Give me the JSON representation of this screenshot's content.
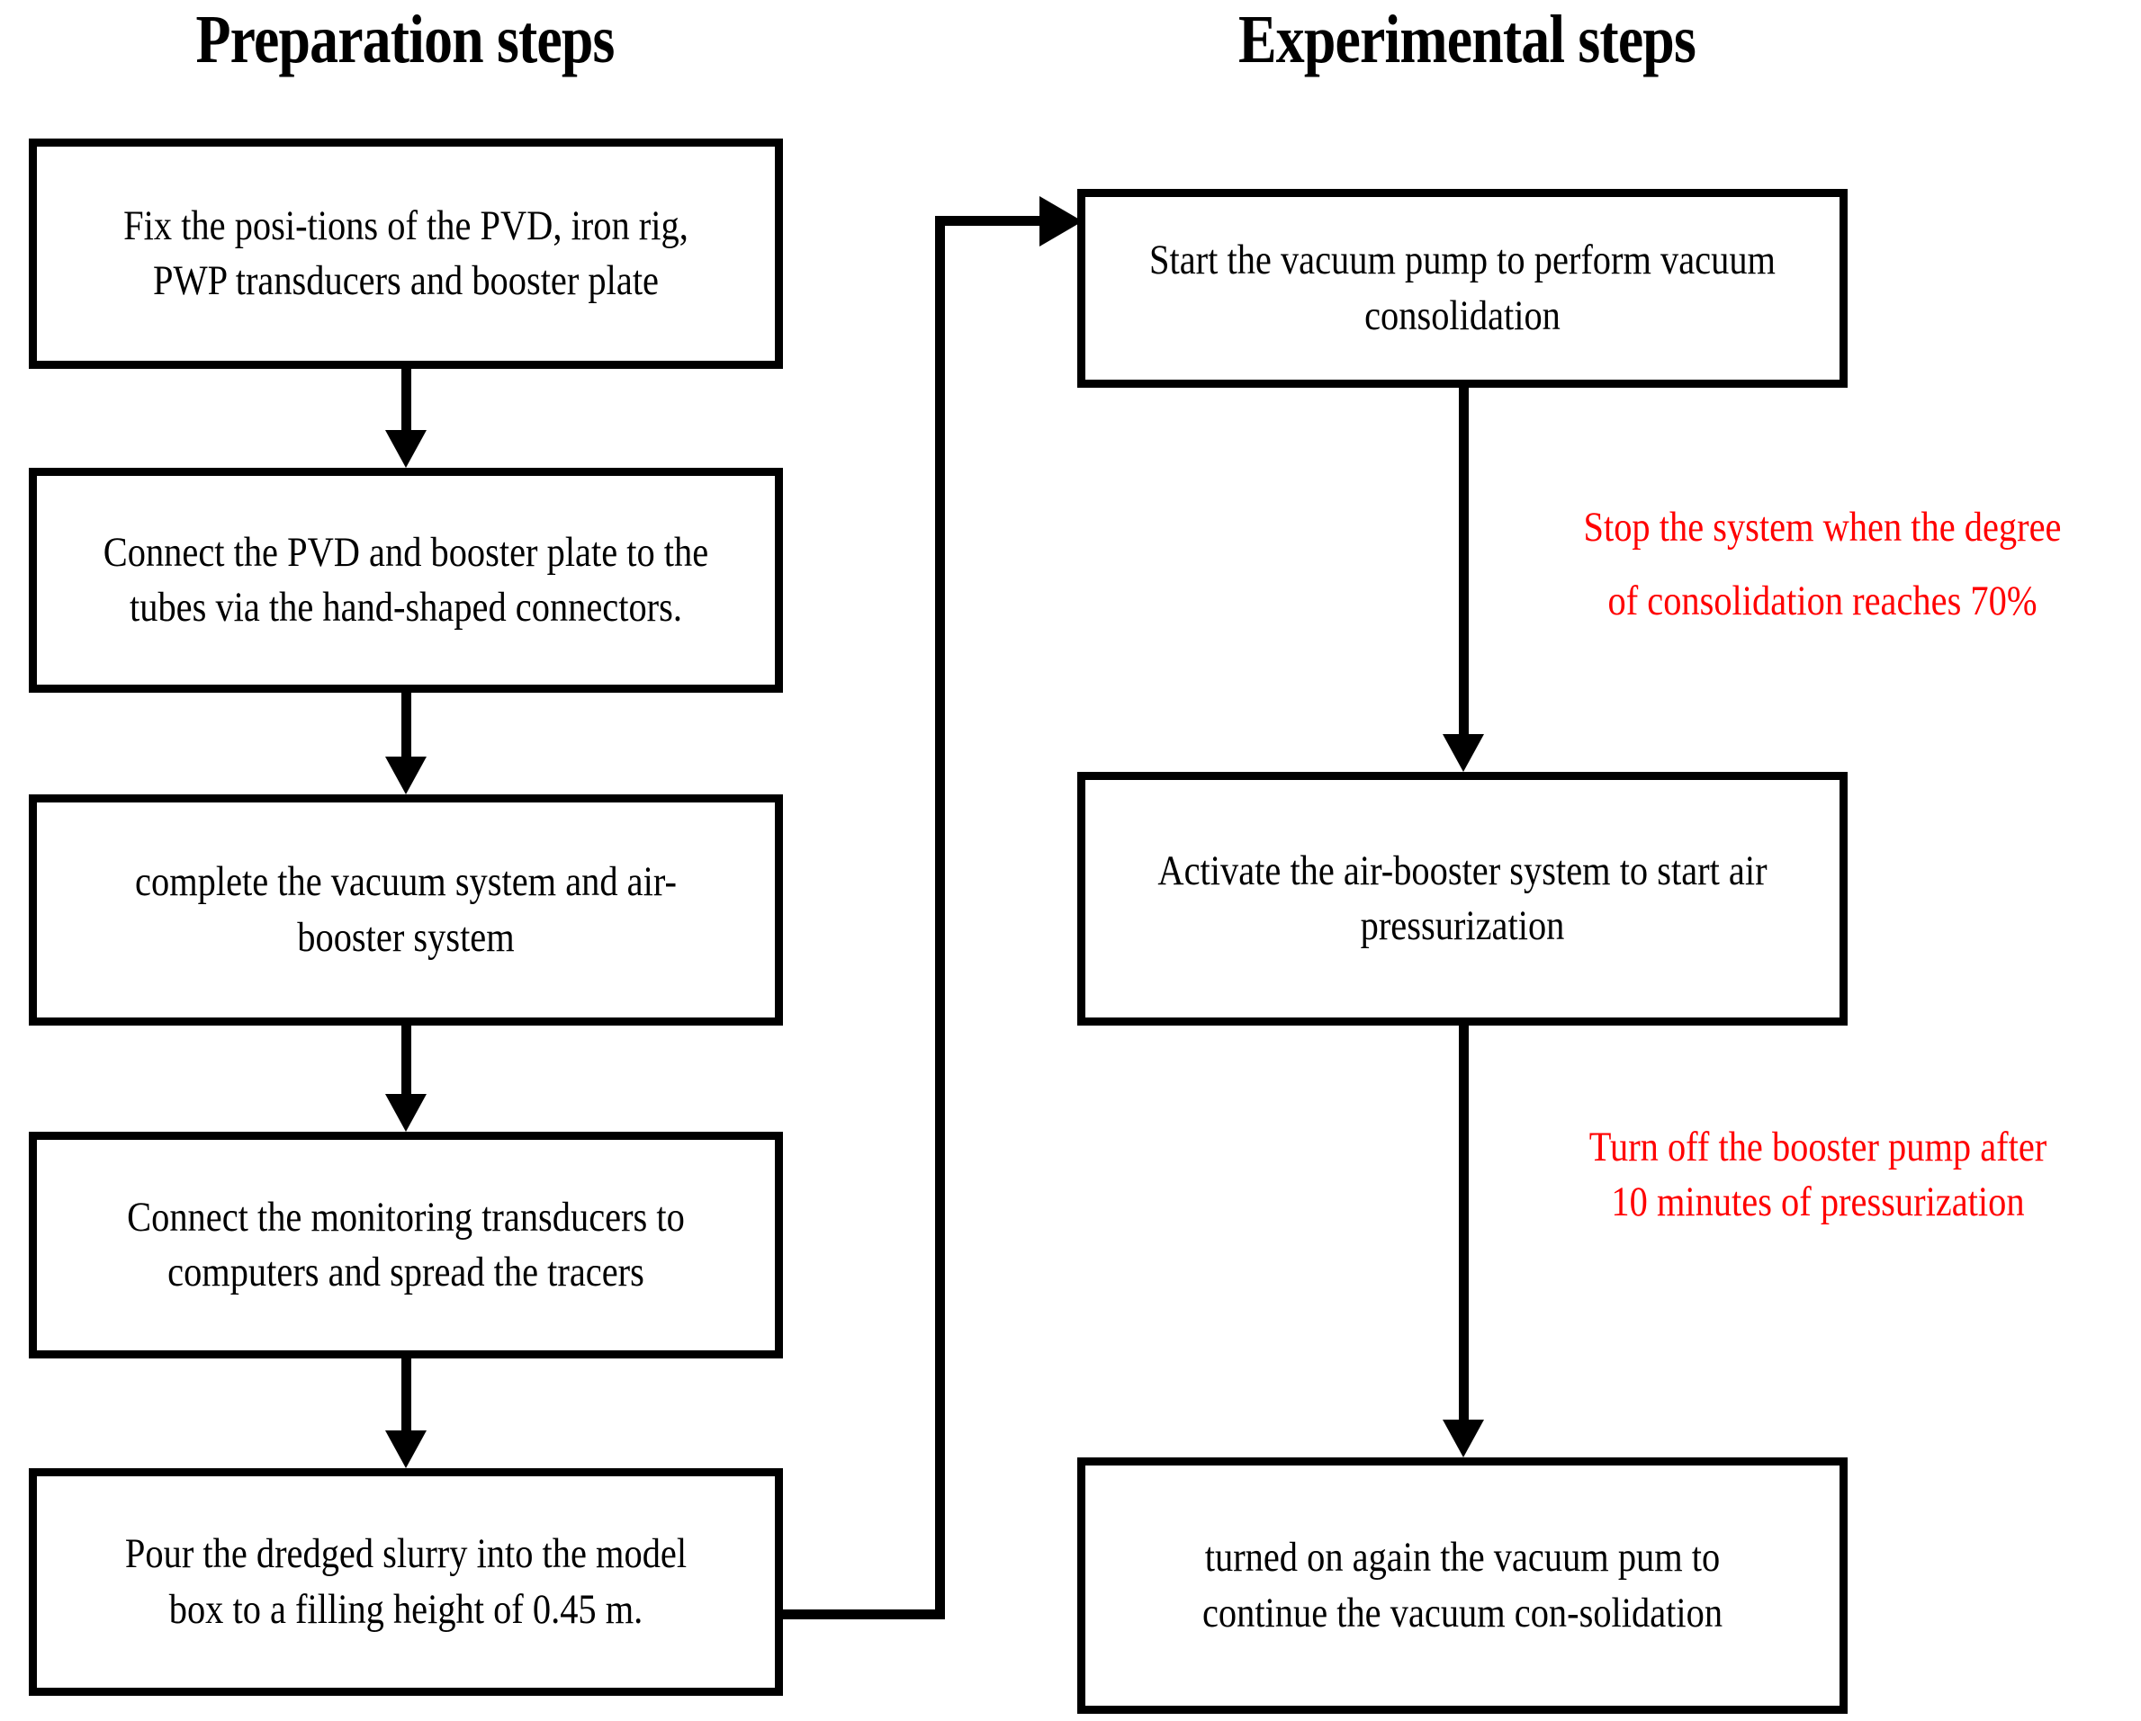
{
  "diagram": {
    "type": "flowchart",
    "orientation": "two-column vertical flow with cross-column link",
    "background_color": "#FFFFFF",
    "line_color": "#000000",
    "annotation_color": "#FF0000"
  },
  "columns": {
    "left": {
      "title": "Preparation steps",
      "nodes": [
        {
          "id": "fix-positions",
          "text": "Fix the posi-tions of the PVD, iron rig, PWP transducers and booster plate"
        },
        {
          "id": "connect-pvd",
          "text": "Connect the PVD and booster plate to the tubes via the hand-shaped connectors."
        },
        {
          "id": "complete-vacuum",
          "text": "complete the vacuum system and air-booster system"
        },
        {
          "id": "connect-transducers",
          "text": "Connect the  monitoring transducers to computers  and spread the tracers"
        },
        {
          "id": "pour-slurry",
          "text": "Pour the dredged slurry into the model box to a filling height of 0.45 m."
        }
      ]
    },
    "right": {
      "title": "Experimental steps",
      "nodes": [
        {
          "id": "start-pump",
          "text": "Start the vacuum pump to perform vacuum consolidation"
        },
        {
          "id": "activate-booster",
          "text": "Activate the air-booster system to start air pressurization"
        },
        {
          "id": "turn-on-again",
          "text": "turned on again the  vacuum pum to continue the vacuum con-solidation"
        }
      ]
    }
  },
  "annotations": [
    {
      "id": "stop-system",
      "text": "Stop the system when the degree\nof consolidation reaches 70%",
      "color": "#FF0000"
    },
    {
      "id": "turn-off-booster",
      "text": "Turn off the booster pump after\n10 minutes of pressurization",
      "color": "#FF0000"
    }
  ],
  "connectors": [
    {
      "id": "left-1-to-2",
      "from": "fix-positions",
      "to": "connect-pvd",
      "style": "straight-arrow-down"
    },
    {
      "id": "left-2-to-3",
      "from": "connect-pvd",
      "to": "complete-vacuum",
      "style": "straight-arrow-down"
    },
    {
      "id": "left-3-to-4",
      "from": "complete-vacuum",
      "to": "connect-transducers",
      "style": "straight-arrow-down"
    },
    {
      "id": "left-4-to-5",
      "from": "connect-transducers",
      "to": "pour-slurry",
      "style": "straight-arrow-down"
    },
    {
      "id": "cross-column",
      "from": "pour-slurry",
      "to": "start-pump",
      "style": "elbow-arrow-right"
    },
    {
      "id": "right-1-to-2",
      "from": "start-pump",
      "to": "activate-booster",
      "style": "straight-arrow-down",
      "label": "stop-system"
    },
    {
      "id": "right-2-to-3",
      "from": "activate-booster",
      "to": "turn-on-again",
      "style": "straight-arrow-down",
      "label": "turn-off-booster"
    }
  ]
}
